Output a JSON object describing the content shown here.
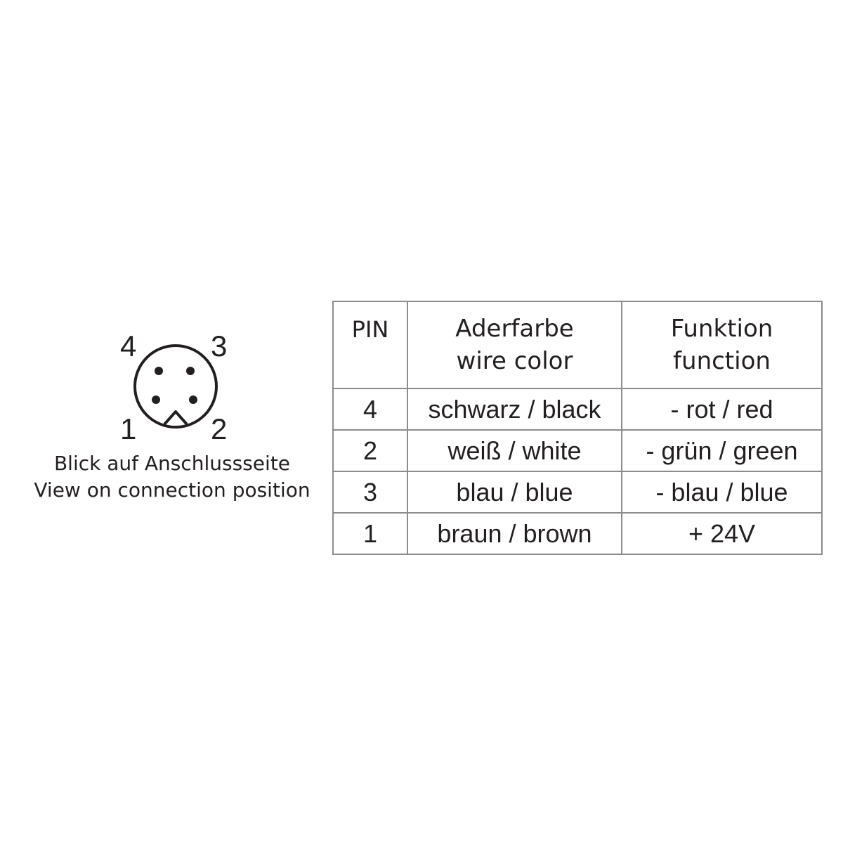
{
  "connector": {
    "pins": {
      "p4": "4",
      "p3": "3",
      "p1": "1",
      "p2": "2"
    },
    "caption_de": "Blick auf Anschlussseite",
    "caption_en": "View on connection position"
  },
  "table": {
    "headers": {
      "pin": "PIN",
      "wire_de": "Aderfarbe",
      "wire_en": "wire color",
      "func_de": "Funktion",
      "func_en": "function"
    },
    "rows": [
      {
        "pin": "4",
        "wire": "schwarz / black",
        "function": "- rot / red"
      },
      {
        "pin": "2",
        "wire": "weiß / white",
        "function": "- grün / green"
      },
      {
        "pin": "3",
        "wire": "blau / blue",
        "function": "- blau / blue"
      },
      {
        "pin": "1",
        "wire": "braun / brown",
        "function": "+ 24V"
      }
    ]
  }
}
